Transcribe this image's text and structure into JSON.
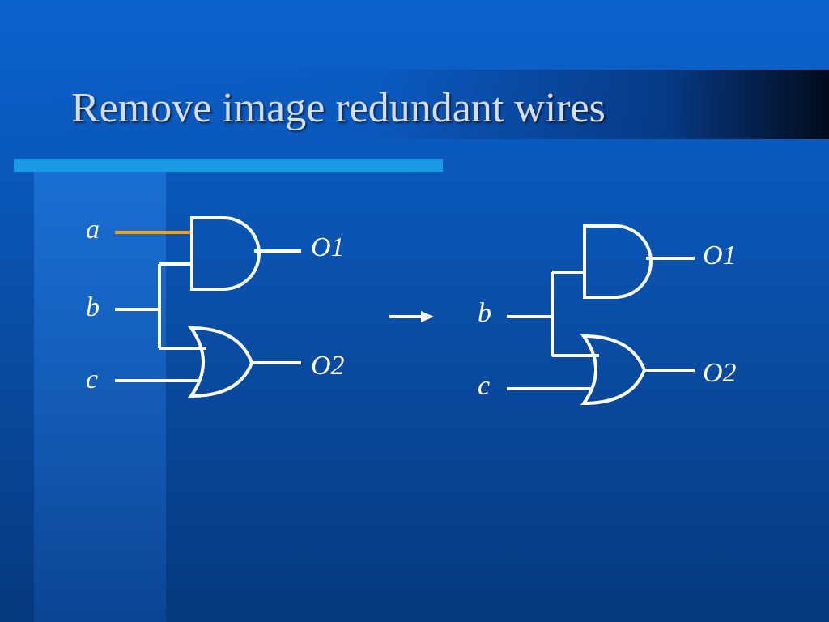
{
  "slide": {
    "title": "Remove image redundant wires"
  },
  "diagram_before": {
    "inputs": {
      "a": "a",
      "b": "b",
      "c": "c"
    },
    "outputs": {
      "o1": "O1",
      "o2": "O2"
    },
    "highlight_color": "#f0a020",
    "removed_wire": "a"
  },
  "diagram_after": {
    "inputs": {
      "b": "b",
      "c": "c"
    },
    "outputs": {
      "o1": "O1",
      "o2": "O2"
    }
  },
  "colors": {
    "background": "#0a55b4",
    "accent": "#1a9be6",
    "title_text": "#d7dbe4",
    "wire": "#ffffff"
  }
}
